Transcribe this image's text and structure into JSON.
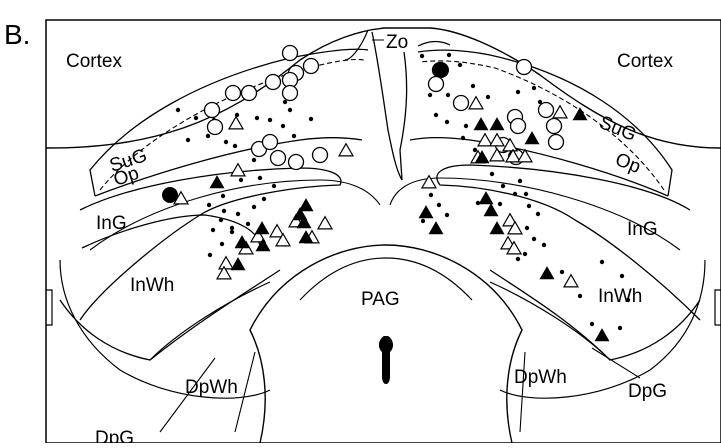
{
  "panel_label": "B.",
  "labels": {
    "zo": "Zo",
    "cortex_left": "Cortex",
    "cortex_right": "Cortex",
    "sug_left": "SuG",
    "sug_right": "SuG",
    "op_left": "Op",
    "op_right": "Op",
    "ing_left": "InG",
    "ing_right": "InG",
    "inwh_left": "InWh",
    "inwh_right": "InWh",
    "pag": "PAG",
    "dpg_left": "DpG",
    "dpg_right": "DpG",
    "dpwh_left": "DpWh",
    "dpwh_right": "DpWh"
  },
  "colors": {
    "ink": "#000000",
    "background": "#ffffff"
  }
}
